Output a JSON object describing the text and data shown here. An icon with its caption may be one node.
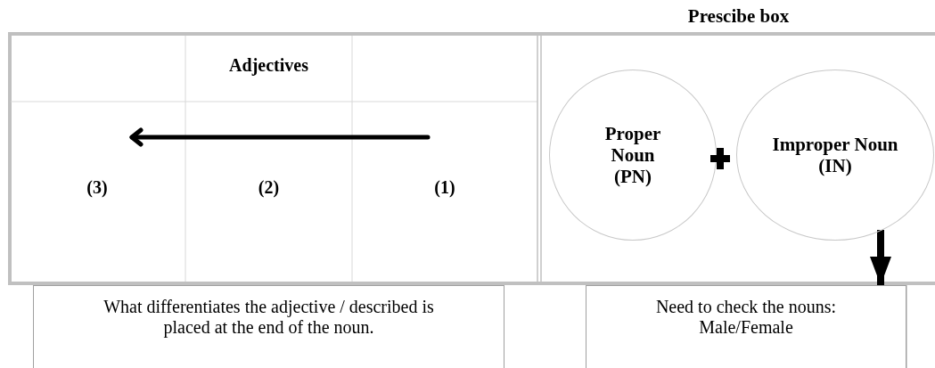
{
  "diagram": {
    "nodes": [
      {
        "text": [
          "Prescibe box"
        ]
      },
      {
        "text": [
          "Proper Noun (PN)"
        ],
        "in": 0
      },
      {
        "text": [
          "Improper Noun (IN)"
        ],
        "in": 0
      },
      {
        "text": [
          "What differentiates the adjective / described is placed at the end of the noun."
        ]
      },
      {
        "text": [
          "Need to check the nouns: Male/Female"
        ]
      }
    ],
    "edges": [
      {
        "from": 2,
        "to": 4,
        "arrow": "to"
      }
    ],
    "labels": [
      "Adjectives",
      "(3)",
      "(2)",
      "(1)"
    ]
  }
}
